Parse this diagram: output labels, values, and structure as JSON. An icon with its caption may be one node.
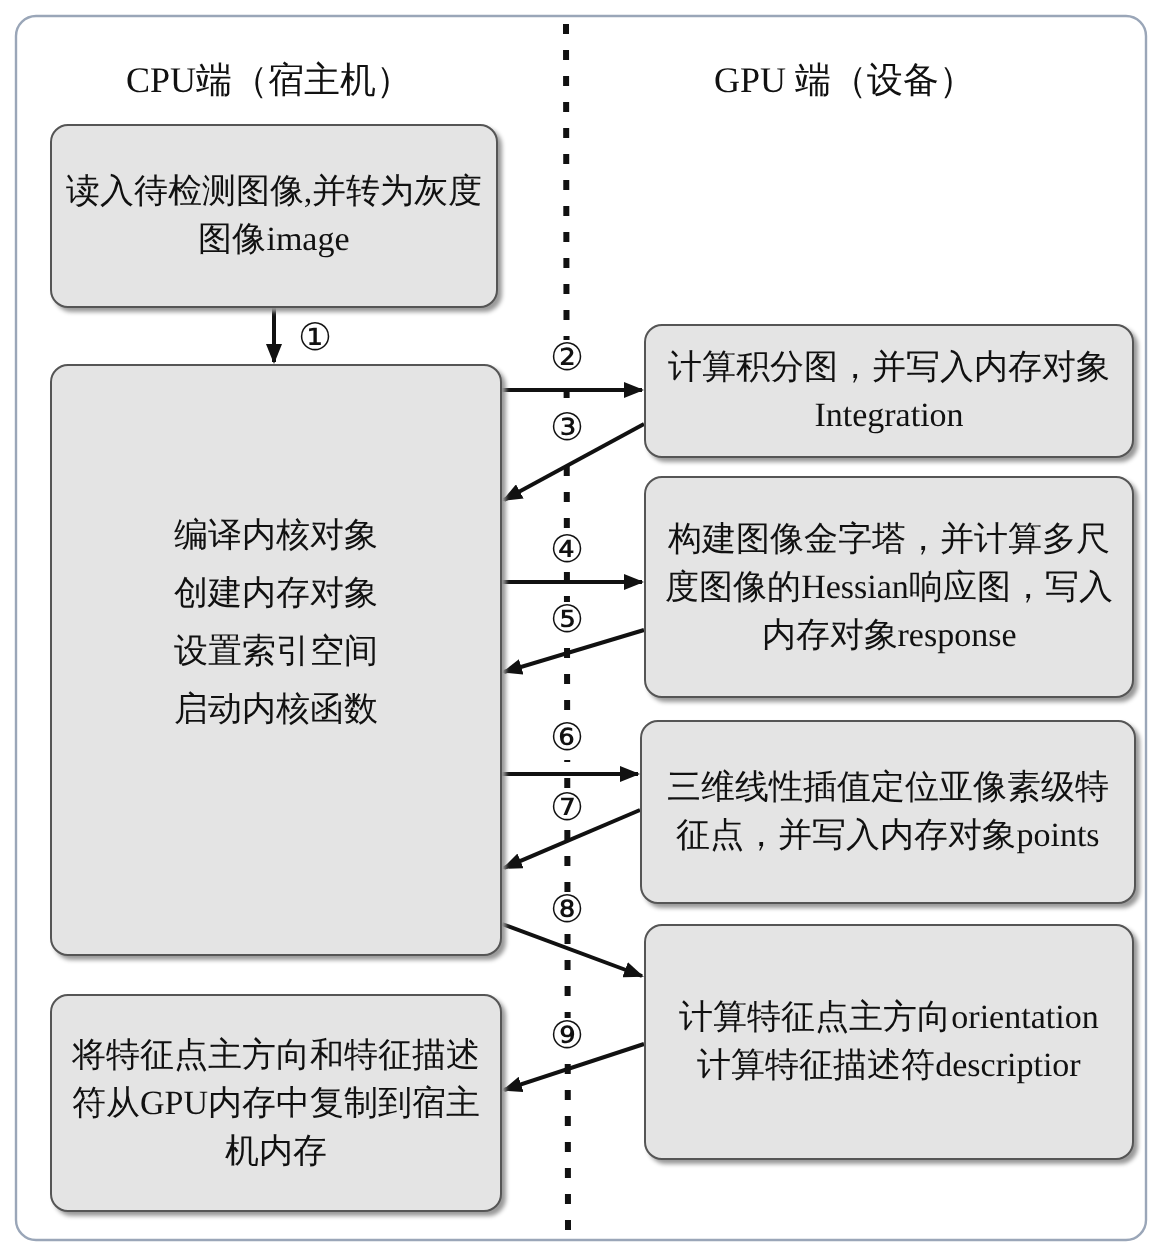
{
  "diagram": {
    "nodes": [
      {
        "text": [
          "读入待检测图像,并转为灰度图像image"
        ]
      },
      {
        "text": [
          "编译内核对象",
          "创建内存对象",
          "设置索引空间",
          "启动内核函数"
        ]
      },
      {
        "text": [
          "计算积分图，并写入内存对象Integration"
        ]
      },
      {
        "text": [
          "构建图像金字塔，并计算多尺度图像的Hessian响应图，写入内存对象response"
        ]
      },
      {
        "text": [
          "三维线性插值定位亚像素级特征点，并写入内存对象points"
        ]
      },
      {
        "text": [
          "计算特征点主方向orientation",
          "计算特征描述符descriptior"
        ]
      },
      {
        "text": [
          "将特征点主方向和特征描述符从GPU内存中复制到宿主机内存"
        ]
      }
    ],
    "edges": [
      {
        "from": 0,
        "to": 1,
        "arrow": "to",
        "label": "①"
      },
      {
        "from": 1,
        "to": 2,
        "arrow": "to",
        "label": "②"
      },
      {
        "from": 2,
        "to": 1,
        "arrow": "to",
        "label": "③"
      },
      {
        "from": 1,
        "to": 3,
        "arrow": "to",
        "label": "④"
      },
      {
        "from": 3,
        "to": 1,
        "arrow": "to",
        "label": "⑤"
      },
      {
        "from": 1,
        "to": 4,
        "arrow": "to",
        "label": "⑥"
      },
      {
        "from": 4,
        "to": 1,
        "arrow": "to",
        "label": "⑦"
      },
      {
        "from": 1,
        "to": 5,
        "arrow": "to",
        "label": "⑧"
      },
      {
        "from": 5,
        "to": 6,
        "arrow": "to",
        "label": "⑨"
      }
    ],
    "labels": [
      "CPU端（宿主机）",
      "GPU 端（设备）"
    ]
  }
}
